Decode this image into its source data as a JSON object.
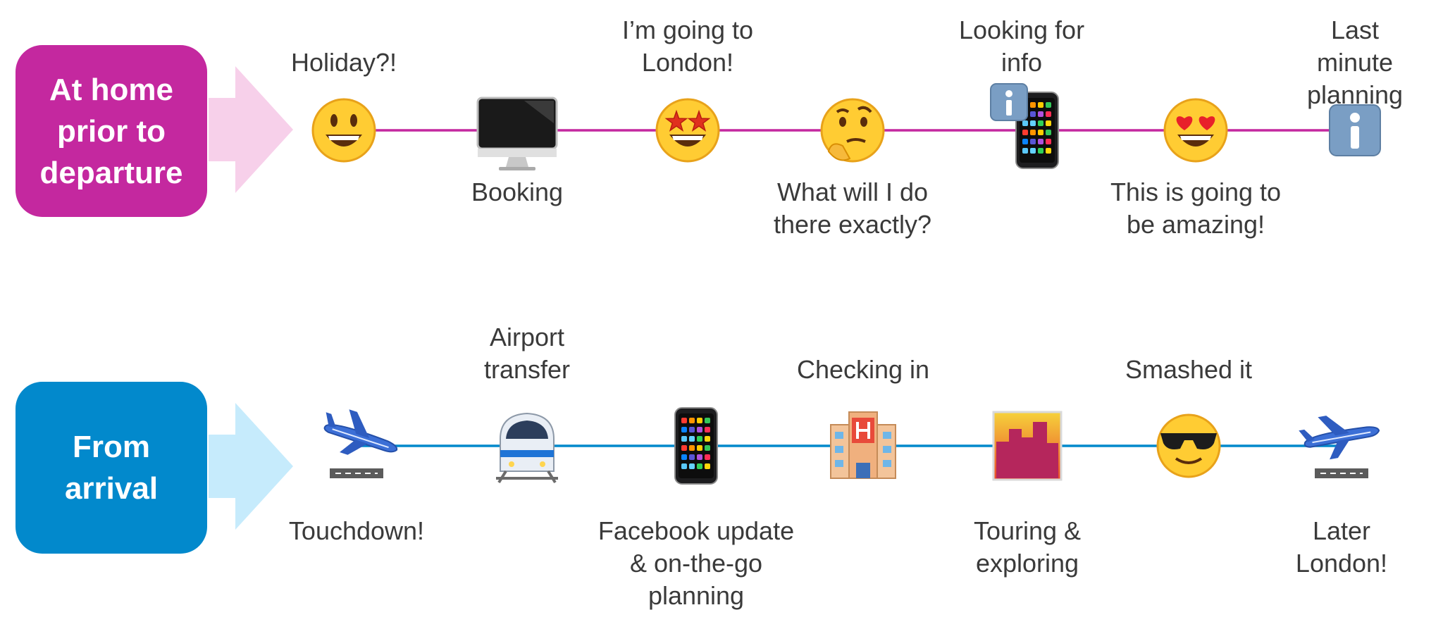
{
  "rows": [
    {
      "id": "home",
      "tag": "At home\nprior to\ndeparture",
      "color": "#c4289f",
      "arrow_color": "#f7d0ea",
      "steps": [
        {
          "icon": "grinning-face-icon",
          "above": "Holiday?!",
          "below": ""
        },
        {
          "icon": "desktop-computer-icon",
          "above": "",
          "below": "Booking"
        },
        {
          "icon": "star-struck-face-icon",
          "above": "I’m going to\nLondon!",
          "below": ""
        },
        {
          "icon": "thinking-face-icon",
          "above": "",
          "below": "What will I do\nthere exactly?"
        },
        {
          "icon": "mobile-phone-info-icon",
          "above": "Looking for\ninfo",
          "below": ""
        },
        {
          "icon": "heart-eyes-face-icon",
          "above": "",
          "below": "This is going to\nbe amazing!"
        },
        {
          "icon": "information-icon",
          "above": "Last minute\nplanning",
          "below": ""
        }
      ]
    },
    {
      "id": "arrival",
      "tag": "From\narrival",
      "color": "#0289cc",
      "arrow_color": "#c6ebfc",
      "steps": [
        {
          "icon": "airplane-arrival-icon",
          "above": "",
          "below": "Touchdown!"
        },
        {
          "icon": "high-speed-train-icon",
          "above": "Airport\ntransfer",
          "below": ""
        },
        {
          "icon": "mobile-phone-icon",
          "above": "",
          "below": "Facebook update\n& on-the-go\nplanning"
        },
        {
          "icon": "hotel-icon",
          "above": "Checking in",
          "below": ""
        },
        {
          "icon": "cityscape-icon",
          "above": "",
          "below": "Touring &\nexploring"
        },
        {
          "icon": "sunglasses-face-icon",
          "above": "Smashed it",
          "below": ""
        },
        {
          "icon": "airplane-departure-icon",
          "above": "",
          "below": "Later London!"
        }
      ]
    }
  ]
}
